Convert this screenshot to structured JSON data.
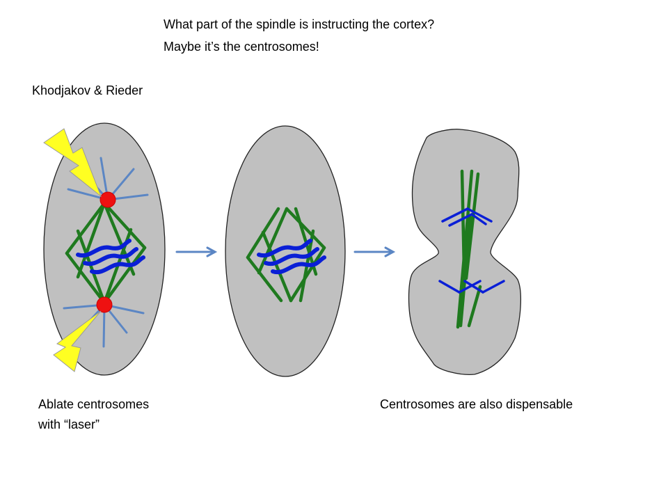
{
  "slide": {
    "question_line1": "What part of the spindle is instructing the cortex?",
    "question_line2": "Maybe it’s the centrosomes!",
    "reference": "Khodjakov & Rieder",
    "caption_left_line1": "Ablate centrosomes",
    "caption_left_line2": "with “laser”",
    "caption_right": "Centrosomes are also dispensable"
  },
  "colors": {
    "cell_fill": "#c0c0c0",
    "spindle_green": "#1f7a1f",
    "chromosome_blue": "#0a1fd6",
    "astral_blue": "#5b86c4",
    "centrosome_red": "#ee1111",
    "laser_yellow": "#ffff22",
    "arrow_blue": "#5b86c4"
  }
}
